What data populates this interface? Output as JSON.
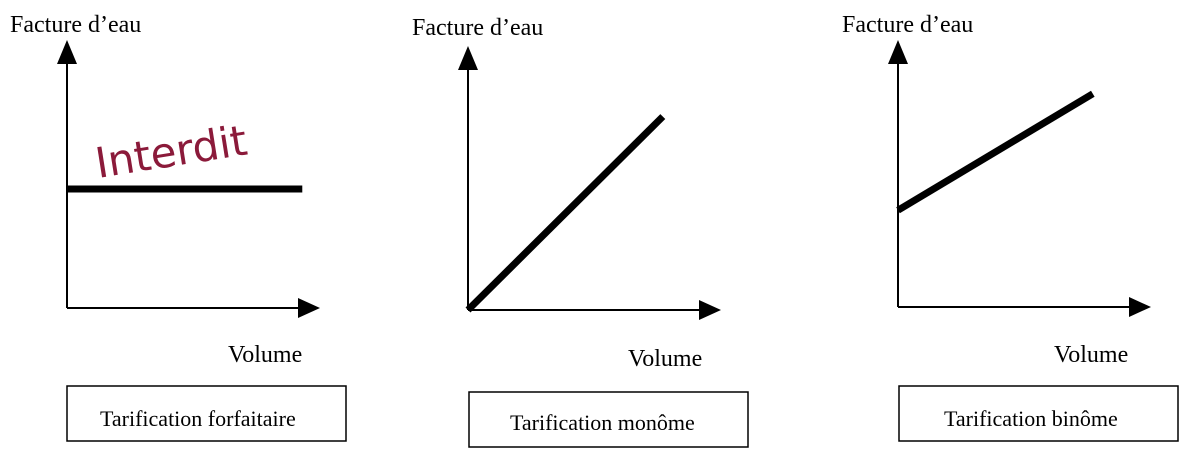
{
  "colors": {
    "ink": "#000000",
    "stamp": "#8b1a3a"
  },
  "chart_data": [
    {
      "type": "line",
      "title": "",
      "ylabel": "Facture d’eau",
      "xlabel": "Volume",
      "caption": "Tarification forfaitaire",
      "stamp": "Interdit",
      "grid": false,
      "xlim": [
        0,
        1
      ],
      "ylim": [
        0,
        1
      ],
      "series": [
        {
          "x": [
            0,
            0.93
          ],
          "y": [
            0.48,
            0.48
          ]
        }
      ]
    },
    {
      "type": "line",
      "title": "",
      "ylabel": "Facture d’eau",
      "xlabel": "Volume",
      "caption": "Tarification monôme",
      "grid": false,
      "xlim": [
        0,
        1
      ],
      "ylim": [
        0,
        1
      ],
      "series": [
        {
          "x": [
            0,
            0.77
          ],
          "y": [
            0,
            0.78
          ]
        }
      ]
    },
    {
      "type": "line",
      "title": "",
      "ylabel": "Facture d’eau",
      "xlabel": "Volume",
      "caption": "Tarification binôme",
      "grid": false,
      "xlim": [
        0,
        1
      ],
      "ylim": [
        0,
        1
      ],
      "series": [
        {
          "x": [
            0,
            0.77
          ],
          "y": [
            0.39,
            0.86
          ]
        }
      ]
    }
  ]
}
